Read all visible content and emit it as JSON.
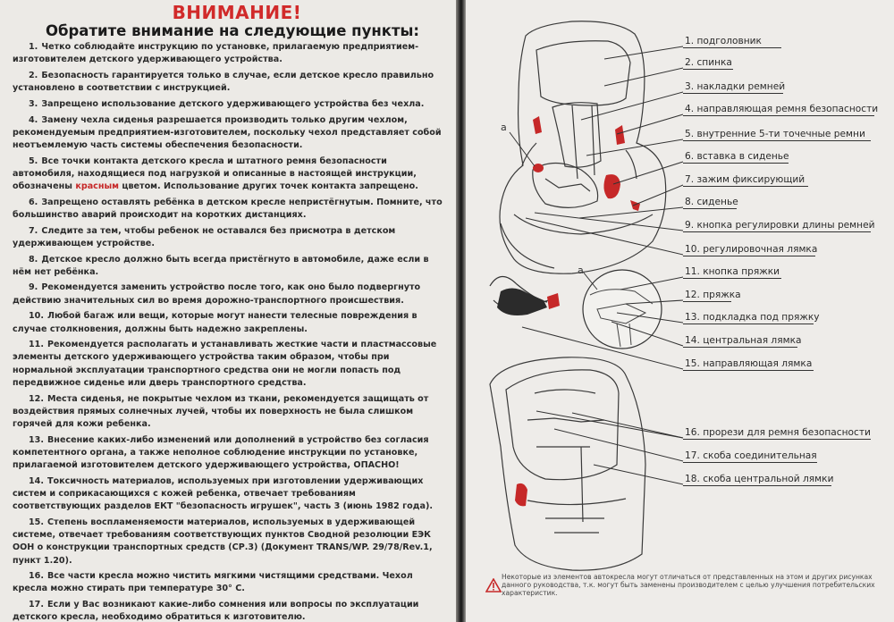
{
  "left_page": {
    "title": "ВНИМАНИЕ!",
    "subtitle": "Обратите внимание на следующие пункты:",
    "rules": [
      {
        "num": "1.",
        "text": "Четко соблюдайте инструкцию по установке, прилагаемую предприятием-изготовителем детского удерживающего устройства."
      },
      {
        "num": "2.",
        "text": "Безопасность гарантируется только в случае, если детское кресло правильно установлено в соответствии с инструкцией."
      },
      {
        "num": "3.",
        "text": "Запрещено использование детского удерживающего устройства без чехла."
      },
      {
        "num": "4.",
        "text": "Замену чехла сиденья разрешается производить только другим чехлом, рекомендуемым предприятием-изготовителем, поскольку чехол представляет собой неотъемлемую часть системы обеспечения безопасности."
      },
      {
        "num": "5.",
        "text": "Все точки контакта детского кресла и штатного ремня безопасности автомобиля, находящиеся под нагрузкой и описанные в настоящей инструкции, обозначены",
        "red": "красным",
        "after": "цветом. Использование других точек контакта запрещено."
      },
      {
        "num": "6.",
        "text": "Запрещено оставлять ребёнка в детском кресле непристёгнутым. Помните, что большинство аварий происходит на коротких дистанциях."
      },
      {
        "num": "7.",
        "text": "Следите за тем, чтобы ребенок не оставался без присмотра в детском удерживающем устройстве."
      },
      {
        "num": "8.",
        "text": "Детское кресло должно быть всегда пристёгнуто в автомобиле, даже если в нём нет ребёнка."
      },
      {
        "num": "9.",
        "text": "Рекомендуется заменить устройство после того, как оно было подвергнуто действию значительных сил во время дорожно-транспортного происшествия."
      },
      {
        "num": "10.",
        "text": "Любой багаж или вещи, которые могут нанести телесные повреждения в случае столкновения, должны быть надежно закреплены."
      },
      {
        "num": "11.",
        "text": "Рекомендуется располагать и устанавливать жесткие части и пластмассовые элементы детского удерживающего устройства таким образом, чтобы при нормальной эксплуатации транспортного средства они не могли попасть под передвижное сиденье или дверь транспортного средства."
      },
      {
        "num": "12.",
        "text": "Места сиденья, не покрытые чехлом из ткани, рекомендуется защищать от воздействия прямых солнечных лучей, чтобы их поверхность не была слишком горячей для кожи ребенка."
      },
      {
        "num": "13.",
        "text": "Внесение каких-либо изменений или дополнений в устройство без согласия компетентного органа, а также неполное соблюдение инструкции по установке, прилагаемой изготовителем детского удерживающего устройства, ОПАСНО!"
      },
      {
        "num": "14.",
        "text": "Токсичность материалов, используемых при изготовлении удерживающих систем и соприкасающихся с кожей ребенка, отвечает требованиям соответствующих разделов ЕКТ \"безопасность игрушек\", часть 3 (июнь 1982 года)."
      },
      {
        "num": "15.",
        "text": "Степень воспламеняемости материалов, используемых в удерживающей системе, отвечает требованиям соответствующих пунктов Сводной резолюции ЕЭК ООН о конструкции транспортных средств (СР.3) (Документ TRANS/WP. 29/78/Rev.1, пункт 1.20)."
      },
      {
        "num": "16.",
        "text": "Все части кресла можно чистить мягкими чистящими средствами. Чехол кресла можно стирать при температуре 30° С."
      },
      {
        "num": "17.",
        "text": "Если у Вас возникают какие-либо сомнения или вопросы по эксплуатации детского кресла, необходимо обратиться к изготовителю."
      }
    ]
  },
  "right_page": {
    "marker_a": "а",
    "marker_a2": "а",
    "parts": [
      "1. подголовник",
      "2. спинка",
      "3. накладки ремней",
      "4. направляющая ремня безопасности",
      "5. внутренние 5-ти точечные ремни",
      "6. вставка в сиденье",
      "7. зажим фиксирующий",
      "8. сиденье",
      "9. кнопка регулировки длины ремней",
      "10. регулировочная лямка",
      "11. кнопка пряжки",
      "12. пряжка",
      "13. подкладка под пряжку",
      "14. центральная лямка",
      "15. направляющая лямка",
      "16. прорези для ремня безопасности",
      "17. скоба соединительная",
      "18. скоба центральной лямки"
    ],
    "footer_note": "Некоторые из элементов автокресла могут отличаться от представленных на этом и других рисунках данного руководства, т.к. могут быть заменены производителем с целью улучшения потребительских характеристик.",
    "accent_color": "#c62828"
  }
}
